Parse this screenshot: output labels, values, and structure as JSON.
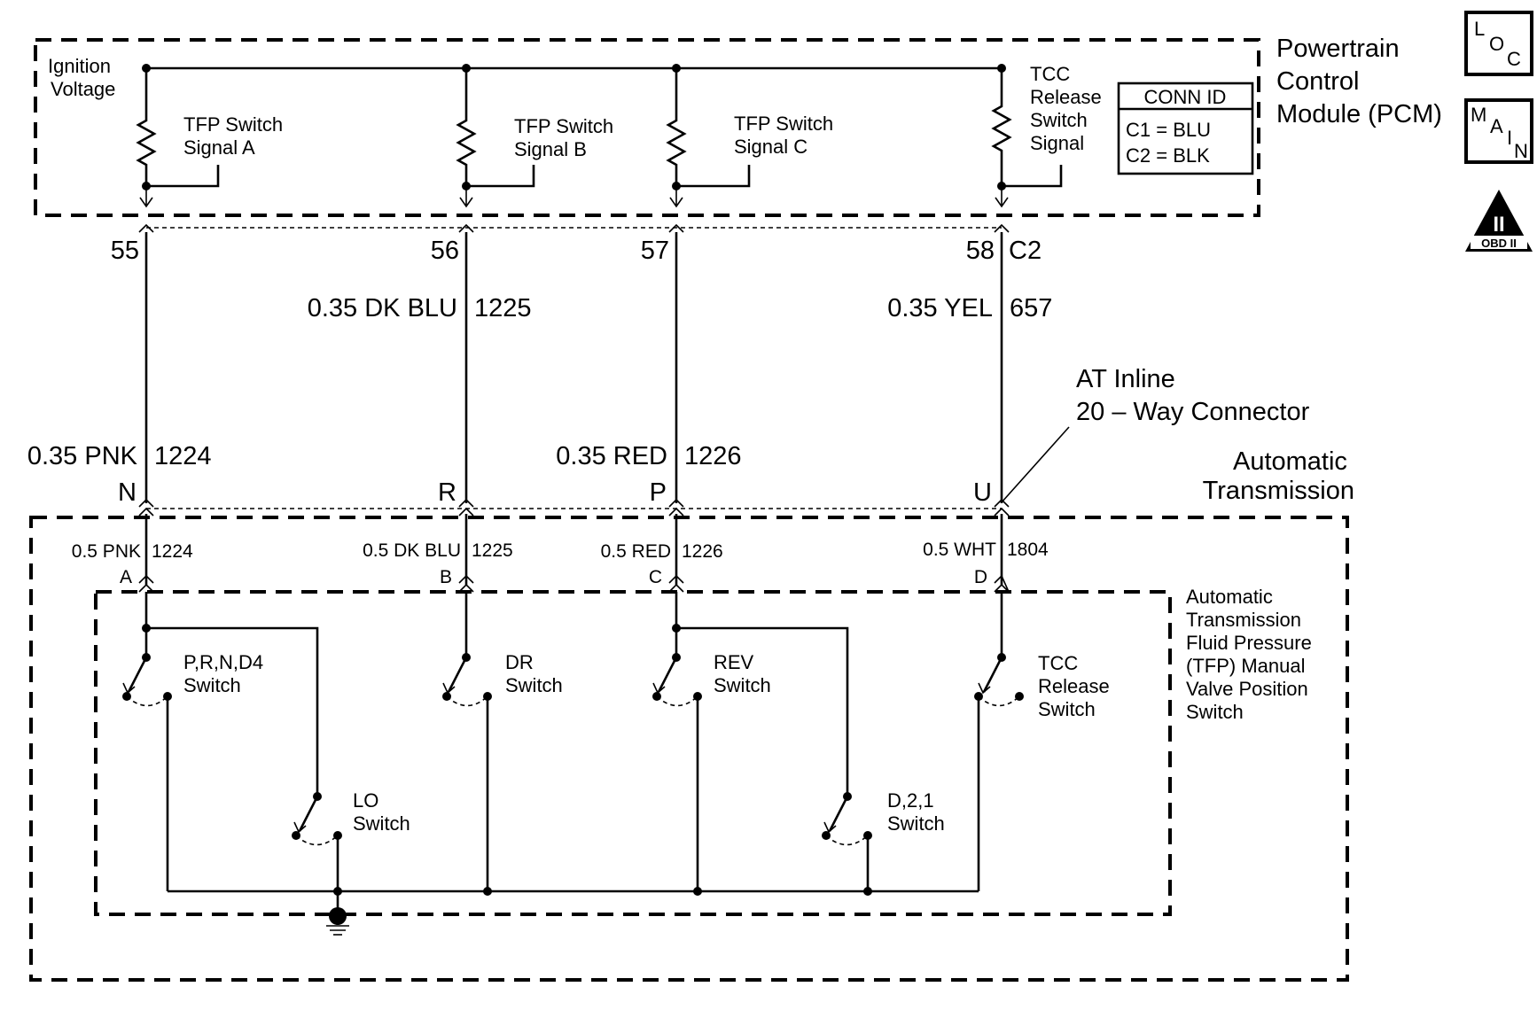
{
  "pcm": {
    "title_lines": [
      "Powertrain",
      "Control",
      "Module (PCM)"
    ],
    "ignition_lines": [
      "Ignition",
      "Voltage"
    ],
    "signal_a_lines": [
      "TFP Switch",
      "Signal A"
    ],
    "signal_b_lines": [
      "TFP Switch",
      "Signal B"
    ],
    "signal_c_lines": [
      "TFP Switch",
      "Signal C"
    ],
    "tcc_signal_lines": [
      "TCC",
      "Release",
      "Switch",
      "Signal"
    ],
    "conn_id": {
      "header": "CONN ID",
      "rows": [
        "C1 = BLU",
        "C2 = BLK"
      ]
    }
  },
  "badges": {
    "loc_letters": [
      "L",
      "O",
      "C"
    ],
    "main_letters": [
      "M",
      "A",
      "I",
      "N"
    ],
    "obd_label": "OBD II",
    "obd_numeral": "II"
  },
  "pins": {
    "pcm": [
      "55",
      "56",
      "57",
      "58"
    ],
    "connector": "C2",
    "inline": [
      "N",
      "R",
      "P",
      "U"
    ],
    "trans": [
      "A",
      "B",
      "C",
      "D"
    ]
  },
  "wires": {
    "upper_b_color": "0.35 DK BLU",
    "upper_b_circuit": "1225",
    "upper_d_color": "0.35 YEL",
    "upper_d_circuit": "657",
    "mid_a_color": "0.35 PNK",
    "mid_a_circuit": "1224",
    "mid_c_color": "0.35 RED",
    "mid_c_circuit": "1226",
    "low": [
      {
        "color": "0.5 PNK",
        "circuit": "1224"
      },
      {
        "color": "0.5 DK BLU",
        "circuit": "1225"
      },
      {
        "color": "0.5 RED",
        "circuit": "1226"
      },
      {
        "color": "0.5 WHT",
        "circuit": "1804"
      }
    ]
  },
  "inline_connector_lines": [
    "AT Inline",
    "20 – Way Connector"
  ],
  "transmission_title_lines": [
    "Automatic",
    "Transmission"
  ],
  "tfp_switch_lines": [
    "Automatic",
    "Transmission",
    "Fluid Pressure",
    "(TFP) Manual",
    "Valve Position",
    "Switch"
  ],
  "switches": {
    "prnd4_lines": [
      "P,R,N,D4",
      "Switch"
    ],
    "dr_lines": [
      "DR",
      "Switch"
    ],
    "rev_lines": [
      "REV",
      "Switch"
    ],
    "tcc_lines": [
      "TCC",
      "Release",
      "Switch"
    ],
    "lo_lines": [
      "LO",
      "Switch"
    ],
    "d21_lines": [
      "D,2,1",
      "Switch"
    ]
  }
}
